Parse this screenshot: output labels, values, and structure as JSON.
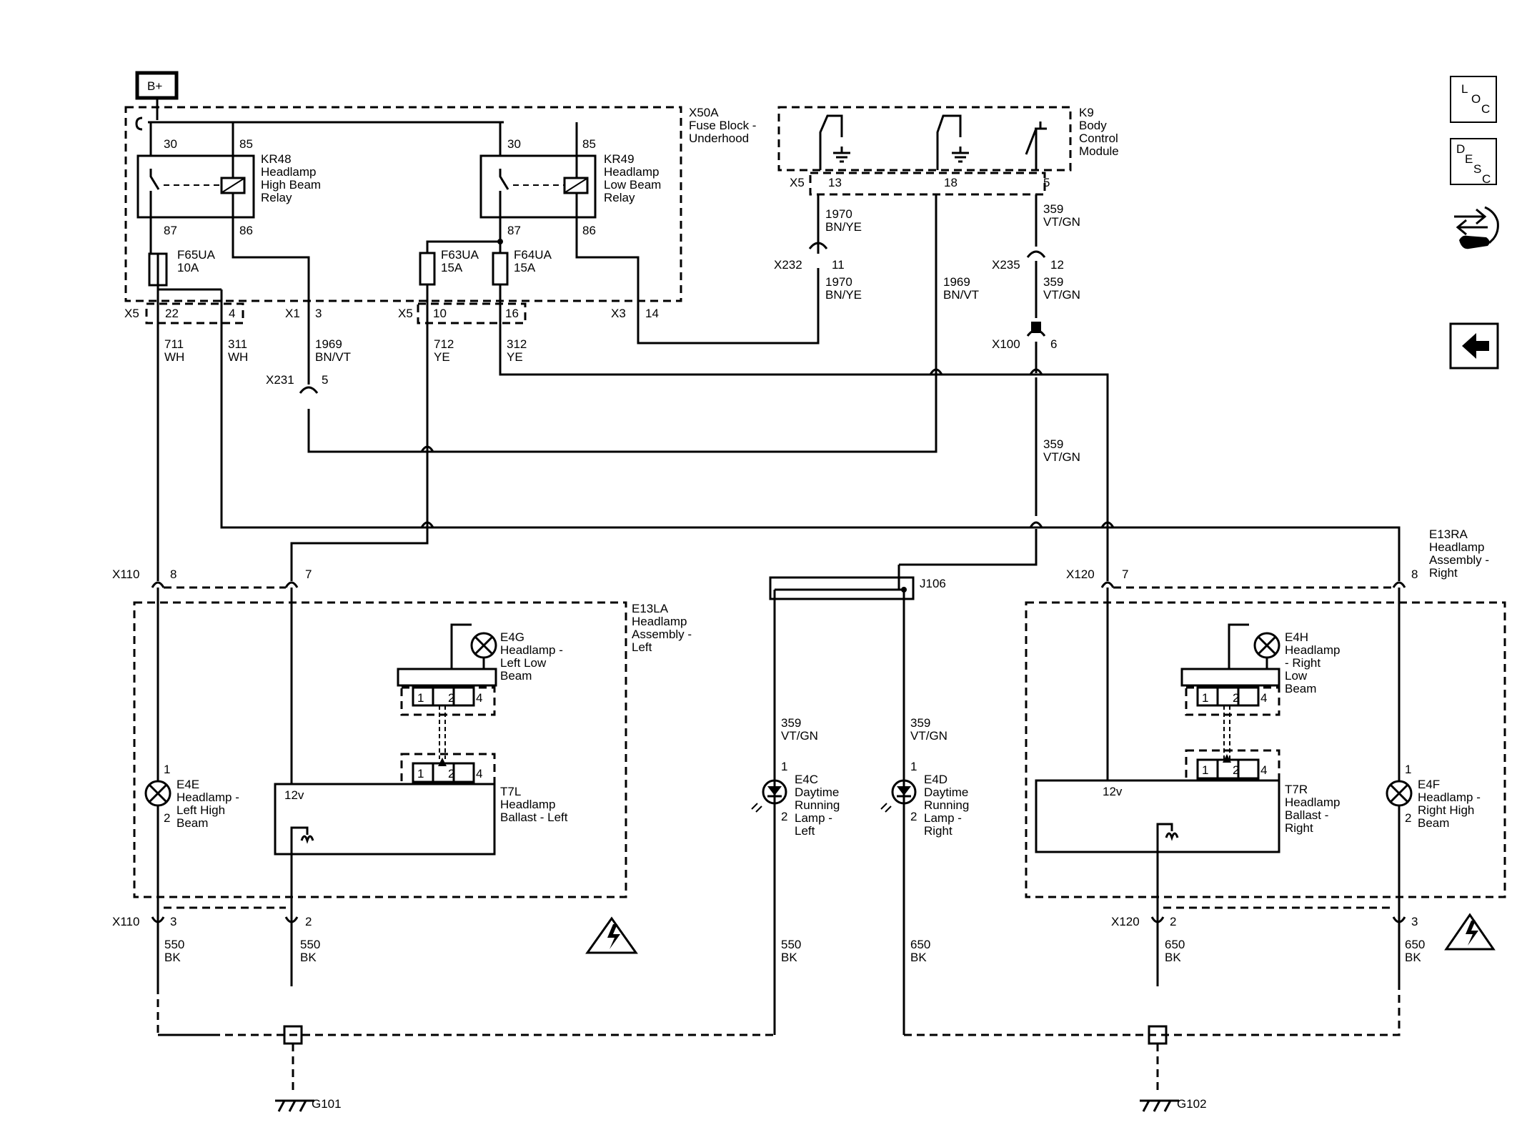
{
  "toolbar": {
    "loc_letters": [
      "L",
      "O",
      "C"
    ],
    "desc_letters": [
      "D",
      "E",
      "S",
      "C"
    ]
  },
  "power": {
    "label": "B+"
  },
  "blocks": {
    "x50a": [
      "X50A",
      "Fuse Block -",
      "Underhood"
    ],
    "k9": [
      "K9",
      "Body",
      "Control",
      "Module"
    ],
    "e13la": [
      "E13LA",
      "Headlamp",
      "Assembly -",
      "Left"
    ],
    "e13ra": [
      "E13RA",
      "Headlamp",
      "Assembly -",
      "Right"
    ]
  },
  "relays": {
    "kr48": [
      "KR48",
      "Headlamp",
      "High Beam",
      "Relay"
    ],
    "kr49": [
      "KR49",
      "Headlamp",
      "Low Beam",
      "Relay"
    ]
  },
  "relay_pins": {
    "p30": "30",
    "p85": "85",
    "p87": "87",
    "p86": "86"
  },
  "fuses": {
    "f65": [
      "F65UA",
      "10A"
    ],
    "f63": [
      "F63UA",
      "15A"
    ],
    "f64": [
      "F64UA",
      "15A"
    ]
  },
  "connectors": {
    "x5": "X5",
    "x1": "X1",
    "x3": "X3",
    "x232": "X232",
    "x235": "X235",
    "x231": "X231",
    "x100": "X100",
    "x110": "X110",
    "x120": "X120",
    "j106": "J106"
  },
  "pins": {
    "x5_22": "22",
    "x5_4": "4",
    "x1_3": "3",
    "x5_10": "10",
    "x5_16": "16",
    "x3_14": "14",
    "k9_13": "13",
    "k9_18": "18",
    "k9_5": "5",
    "x232_11": "11",
    "x235_12": "12",
    "x231_5": "5",
    "x100_6": "6",
    "x110_8": "8",
    "x110_7": "7",
    "x110_3": "3",
    "x110_2": "2",
    "x120_7": "7",
    "x120_8": "8",
    "x120_2": "2",
    "x120_3": "3"
  },
  "wires": {
    "w711": [
      "711",
      "WH"
    ],
    "w311": [
      "311",
      "WH"
    ],
    "w1969a": [
      "1969",
      "BN/VT"
    ],
    "w712": [
      "712",
      "YE"
    ],
    "w312": [
      "312",
      "YE"
    ],
    "w1970a": [
      "1970",
      "BN/YE"
    ],
    "w1970b": [
      "1970",
      "BN/YE"
    ],
    "w1969b": [
      "1969",
      "BN/VT"
    ],
    "w359a": [
      "359",
      "VT/GN"
    ],
    "w359b": [
      "359",
      "VT/GN"
    ],
    "w359c": [
      "359",
      "VT/GN"
    ],
    "w359d": [
      "359",
      "VT/GN"
    ],
    "w359e": [
      "359",
      "VT/GN"
    ],
    "w550a": [
      "550",
      "BK"
    ],
    "w550b": [
      "550",
      "BK"
    ],
    "w550c": [
      "550",
      "BK"
    ],
    "w650a": [
      "650",
      "BK"
    ],
    "w650b": [
      "650",
      "BK"
    ],
    "w650c": [
      "650",
      "BK"
    ]
  },
  "components": {
    "e4e": [
      "E4E",
      "Headlamp -",
      "Left High",
      "Beam"
    ],
    "e4f": [
      "E4F",
      "Headlamp -",
      "Right High",
      "Beam"
    ],
    "e4g": [
      "E4G",
      "Headlamp -",
      "Left Low",
      "Beam"
    ],
    "e4h": [
      "E4H",
      "Headlamp",
      "- Right",
      "Low",
      "Beam"
    ],
    "t7l": [
      "T7L",
      "Headlamp",
      "Ballast - Left"
    ],
    "t7r": [
      "T7R",
      "Headlamp",
      "Ballast -",
      "Right"
    ],
    "e4c": [
      "E4C",
      "Daytime",
      "Running",
      "Lamp -",
      "Left"
    ],
    "e4d": [
      "E4D",
      "Daytime",
      "Running",
      "Lamp -",
      "Right"
    ]
  },
  "comp_pins": {
    "p1": "1",
    "p2": "2",
    "p4": "4"
  },
  "ballast_label": "12v",
  "grounds": {
    "g101": "G101",
    "g102": "G102"
  }
}
